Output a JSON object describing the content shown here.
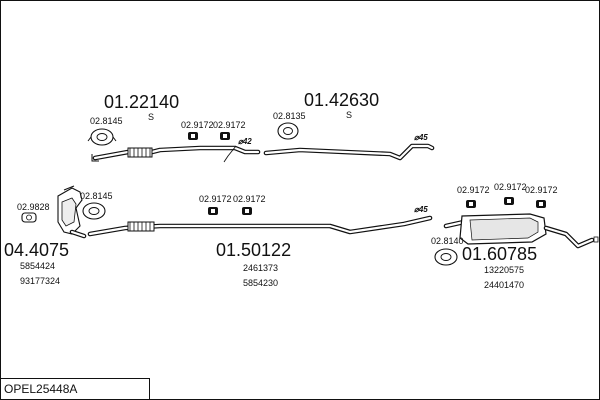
{
  "diagram": {
    "reference": "OPEL25448A",
    "assemblies": [
      {
        "part_no": "01.22140",
        "suffix": "S"
      },
      {
        "part_no": "01.42630",
        "suffix": "S"
      },
      {
        "part_no": "04.4075",
        "oem": [
          "5854424",
          "93177324"
        ]
      },
      {
        "part_no": "01.50122",
        "oem": [
          "2461373",
          "5854230"
        ]
      },
      {
        "part_no": "01.60785",
        "oem": [
          "13220575",
          "24401470"
        ]
      }
    ],
    "fittings": [
      "02.8145",
      "02.9172",
      "02.9172",
      "02.8135",
      "02.9828",
      "02.8145",
      "02.9172",
      "02.9172",
      "02.9172",
      "02.9172",
      "02.9172",
      "02.8140"
    ],
    "diameters": [
      "⌀42",
      "⌀45",
      "⌀45"
    ]
  }
}
